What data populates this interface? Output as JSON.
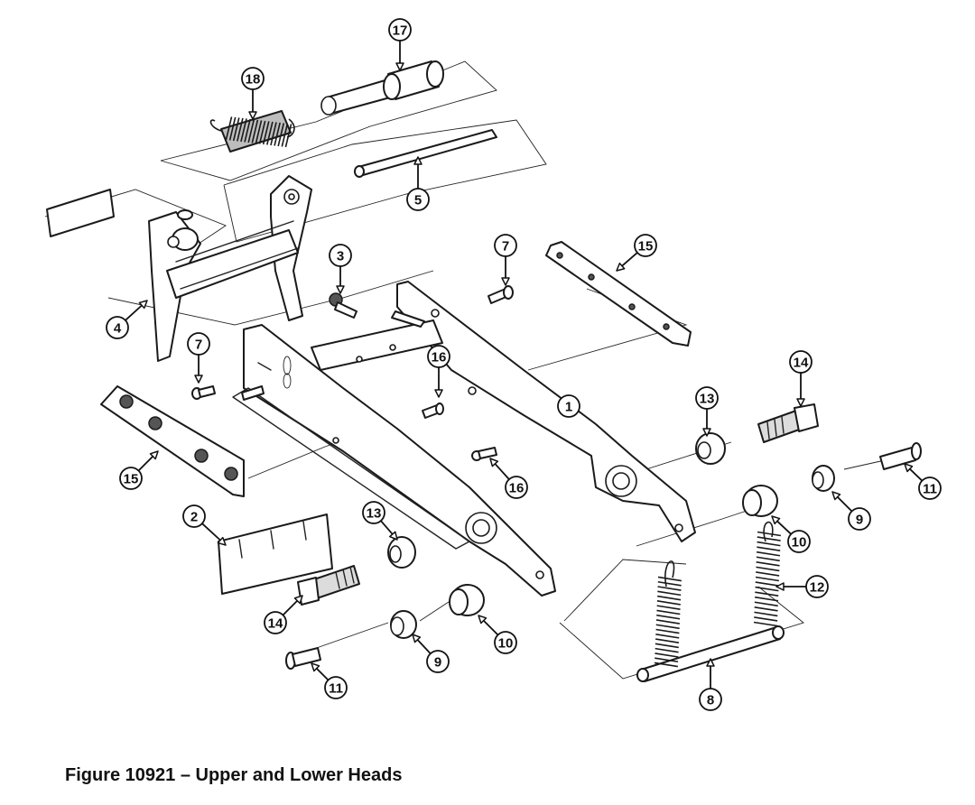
{
  "caption": "Figure 10921 – Upper and Lower Heads",
  "callouts": [
    {
      "id": "c1",
      "label": "1"
    },
    {
      "id": "c2",
      "label": "2"
    },
    {
      "id": "c3",
      "label": "3"
    },
    {
      "id": "c4",
      "label": "4"
    },
    {
      "id": "c5",
      "label": "5"
    },
    {
      "id": "c7a",
      "label": "7"
    },
    {
      "id": "c7b",
      "label": "7"
    },
    {
      "id": "c8",
      "label": "8"
    },
    {
      "id": "c9a",
      "label": "9"
    },
    {
      "id": "c9b",
      "label": "9"
    },
    {
      "id": "c10a",
      "label": "10"
    },
    {
      "id": "c10b",
      "label": "10"
    },
    {
      "id": "c11a",
      "label": "11"
    },
    {
      "id": "c11b",
      "label": "11"
    },
    {
      "id": "c12",
      "label": "12"
    },
    {
      "id": "c13a",
      "label": "13"
    },
    {
      "id": "c13b",
      "label": "13"
    },
    {
      "id": "c14a",
      "label": "14"
    },
    {
      "id": "c14b",
      "label": "14"
    },
    {
      "id": "c15a",
      "label": "15"
    },
    {
      "id": "c15b",
      "label": "15"
    },
    {
      "id": "c16a",
      "label": "16"
    },
    {
      "id": "c16b",
      "label": "16"
    },
    {
      "id": "c17",
      "label": "17"
    },
    {
      "id": "c18",
      "label": "18"
    }
  ]
}
